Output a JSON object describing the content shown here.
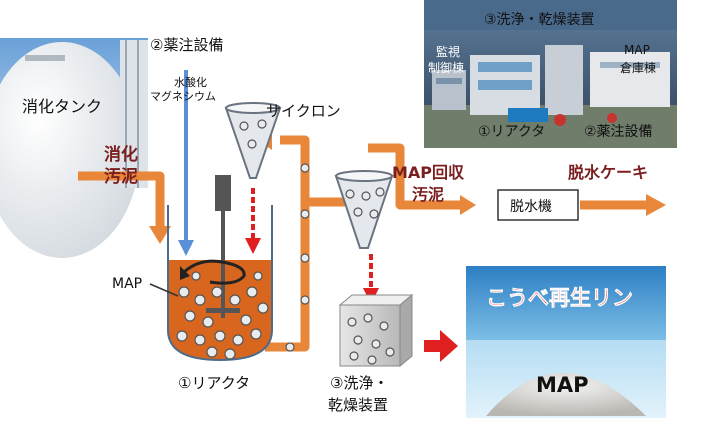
{
  "labels": {
    "digestion_tank": "消化タンク",
    "digested_sludge_1": "消化",
    "digested_sludge_2": "汚泥",
    "chemical_equipment_top": "②薬注設備",
    "mg_hydroxide_1": "水酸化",
    "mg_hydroxide_2": "マグネシウム",
    "cyclone": "サイクロン",
    "map_sludge_1": "MAP回収",
    "map_sludge_2": "汚泥",
    "dewatering_machine": "脱水機",
    "dewatered_cake": "脱水ケーキ",
    "map_pointer": "MAP",
    "reactor_bottom": "①リアクタ",
    "washer_bottom_1": "③洗浄・",
    "washer_bottom_2": "乾燥装置",
    "photo_washer": "③洗浄・乾燥装置",
    "photo_monitor_1": "監視",
    "photo_monitor_2": "制御棟",
    "photo_warehouse_1": "MAP",
    "photo_warehouse_2": "倉庫棟",
    "photo_reactor": "①リアクタ",
    "photo_chemical": "②薬注設備",
    "product_title": "こうべ再生リン",
    "product_map": "MAP"
  },
  "colors": {
    "sludge_orange": "#e8873a",
    "dark_red_text": "#7a1e1e",
    "mg_blue": "#5b8fd8",
    "red_arrow": "#e02020",
    "product_title": "#e01818"
  }
}
